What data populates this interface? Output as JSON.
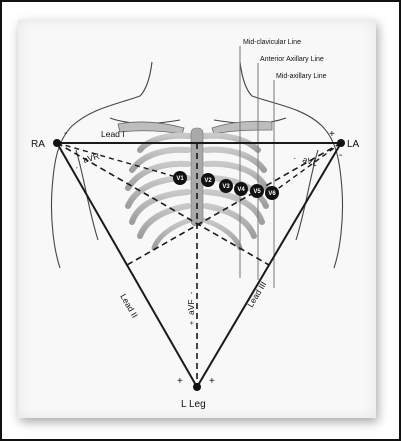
{
  "title": "",
  "electrodes": {
    "ra": "RA",
    "la": "LA",
    "lleg": "L Leg"
  },
  "polarity": {
    "ra_minus": "-",
    "la_plus": "+",
    "la_minus": "-",
    "leg_left_plus": "+",
    "leg_right_plus": "+"
  },
  "leads": {
    "lead1": "Lead I",
    "lead2": "Lead II",
    "lead3": "Lead III",
    "avr": "aVR",
    "avl": "aVL",
    "avf": "aVF"
  },
  "augmented_signs": {
    "avr_minus": "-",
    "avl_minus": "-",
    "avf_plus": "+",
    "avf_minus": "-"
  },
  "chest_leads": [
    "V1",
    "V2",
    "V3",
    "V4",
    "V5",
    "V6"
  ],
  "reference_lines": {
    "midclavicular": "Mid-clavicular Line",
    "anterior_axillary": "Anterior Axillary Line",
    "midaxillary": "Mid-axillary Line"
  },
  "colors": {
    "rib_fill": "#b9b9b9",
    "electrode": "#111111",
    "line": "#1a1a1a"
  }
}
